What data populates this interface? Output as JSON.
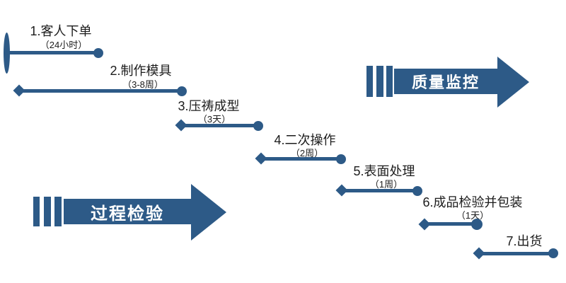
{
  "colors": {
    "accent": "#2d5a87",
    "background": "#ffffff",
    "step_text": "#1c1c1c",
    "banner_text": "#ffffff"
  },
  "steps": [
    {
      "label": "1.客人下单",
      "duration": "（24小时）"
    },
    {
      "label": "2.制作模具",
      "duration": "（3-8周）"
    },
    {
      "label": "3.压祷成型",
      "duration": "（3天）"
    },
    {
      "label": "4.二次操作",
      "duration": "（2周）"
    },
    {
      "label": "5.表面处理",
      "duration": "（1周）"
    },
    {
      "label": "6.成品检验并包装",
      "duration": "（1天）"
    },
    {
      "label": "7.出货",
      "duration": ""
    }
  ],
  "banners": [
    {
      "label": "质量监控"
    },
    {
      "label": "过程检验"
    }
  ]
}
